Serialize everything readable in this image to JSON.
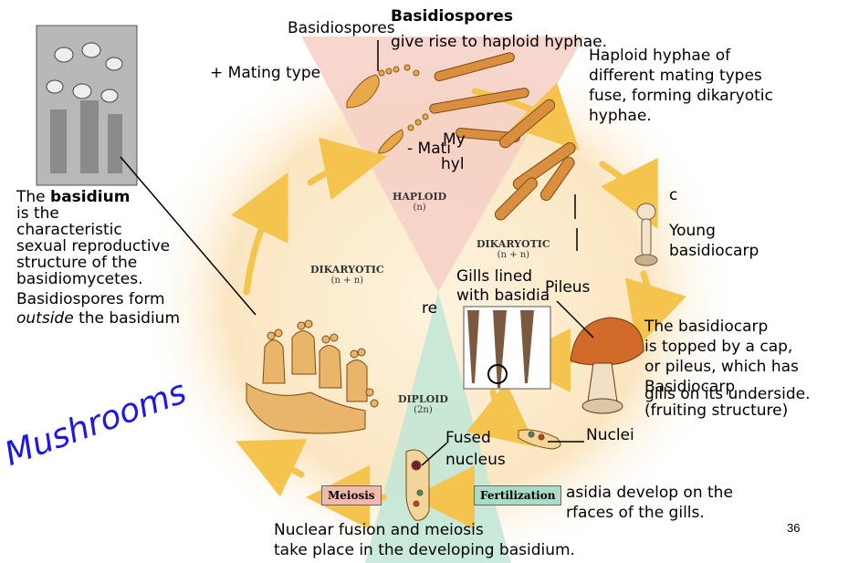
{
  "title_bold": "Basidiospores",
  "labels": {
    "basidiospores_top": "Basidiospores",
    "haploid_hyphae": "give rise to haploid hyphae.",
    "plus_mating": "+ Mating type",
    "minus_mating": "- Mati",
    "minus_mating_overlap": "My",
    "minus_mating_overlap2": "hyl",
    "fuse_line1": "Haploid hyphae of",
    "fuse_line2": "different mating types",
    "fuse_line3": "fuse, forming dikaryotic",
    "fuse_line4": "hyphae.",
    "young_line1": "Young",
    "young_line2": "basidiocarp",
    "gills_line1": "Gills lined",
    "gills_line2": "with basidia",
    "pileus": "Pileus",
    "cap_line1": "The basidiocarp",
    "cap_line2": "is topped by a cap,",
    "cap_line3": "or pileus, which has",
    "cap_line4": "gills on its underside.",
    "basidiocarp_overlap": "Basidiocarp",
    "fruiting": "(fruiting structure)",
    "nuclei": "Nuclei",
    "fused_line1": "Fused",
    "fused_line2": "nucleus",
    "basidia_line1": "asidia develop on the",
    "basidia_line2": "rfaces of the gills.",
    "nuclear_line1": "Nuclear fusion and meiosis",
    "nuclear_line2": "take place in the developing basidium.",
    "re_fragment": "re",
    "c_fragment": "c",
    "basidium_text_pre": "The ",
    "basidium_text_bold": "basidium",
    "basidium_line2": "is the",
    "basidium_line3": "characteristic",
    "basidium_line4": "sexual reproductive",
    "basidium_line5": "structure of the",
    "basidium_line6": "basidiomycetes.",
    "basidium_line7": "Basidiospores form",
    "basidium_line8_italic": "outside",
    "basidium_line8_rest": " the basidium",
    "mushrooms": "Mushrooms",
    "page_number": "36"
  },
  "regions": {
    "haploid": "HAPLOID",
    "haploid_n": "(n)",
    "dikaryotic_left": "DIKARYOTIC",
    "dikaryotic_left_n": "(n + n)",
    "dikaryotic_right": "DIKARYOTIC",
    "dikaryotic_right_n": "(n + n)",
    "diploid": "DIPLOID",
    "diploid_n": "(2n)"
  },
  "boxes": {
    "meiosis": "Meiosis",
    "fertilization": "Fertilization"
  },
  "colors": {
    "haploid_wedge": "#f6cfc6",
    "diploid_wedge": "#bfe6d6",
    "background_glow": "#fbe7c4",
    "arrow": "#f5c44e",
    "meiosis_box": "#f2b9ac",
    "fertilization_box": "#a8dcc6",
    "mushrooms_text": "#1c17e6"
  }
}
